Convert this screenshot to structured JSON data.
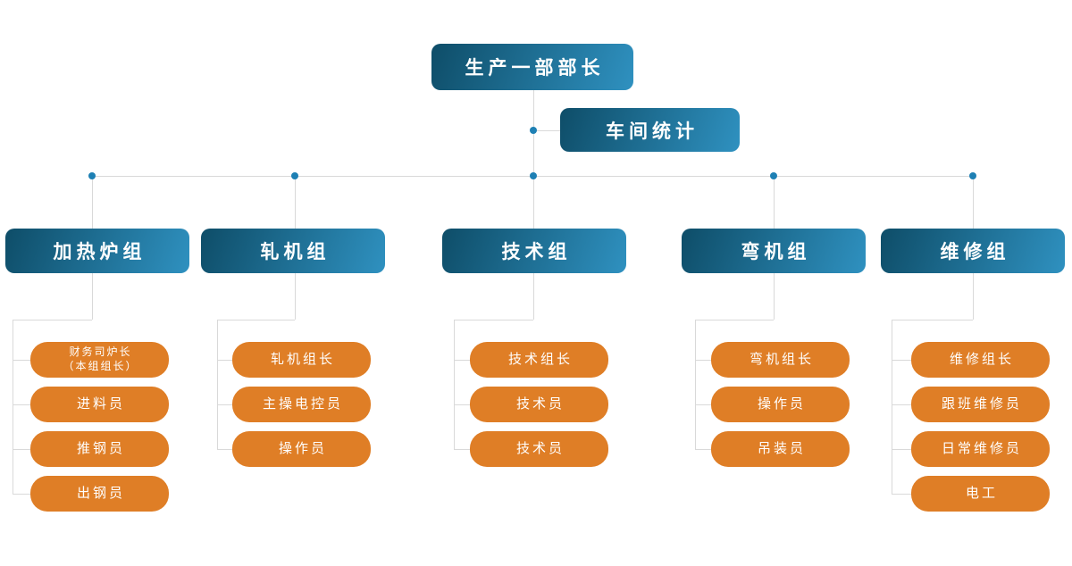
{
  "root": {
    "label": "生产一部部长"
  },
  "staff": {
    "label": "车间统计"
  },
  "groups": [
    {
      "label": "加热炉组",
      "members": [
        {
          "label": "财务司炉长",
          "sublabel": "（本组组长）"
        },
        {
          "label": "进料员"
        },
        {
          "label": "推钢员"
        },
        {
          "label": "出钢员"
        }
      ]
    },
    {
      "label": "轧机组",
      "members": [
        {
          "label": "轧机组长"
        },
        {
          "label": "主操电控员"
        },
        {
          "label": "操作员"
        }
      ]
    },
    {
      "label": "技术组",
      "members": [
        {
          "label": "技术组长"
        },
        {
          "label": "技术员"
        },
        {
          "label": "技术员"
        }
      ]
    },
    {
      "label": "弯机组",
      "members": [
        {
          "label": "弯机组长"
        },
        {
          "label": "操作员"
        },
        {
          "label": "吊装员"
        }
      ]
    },
    {
      "label": "维修组",
      "members": [
        {
          "label": "维修组长"
        },
        {
          "label": "跟班维修员"
        },
        {
          "label": "日常维修员"
        },
        {
          "label": "电工"
        }
      ]
    }
  ],
  "theme": {
    "blue-dark": "#0e4d68",
    "blue-light": "#2f91c0",
    "orange": "#df7e26",
    "line": "#d9d9d9",
    "dot": "#1e80b4",
    "text": "#ffffff",
    "bg": "#ffffff"
  }
}
